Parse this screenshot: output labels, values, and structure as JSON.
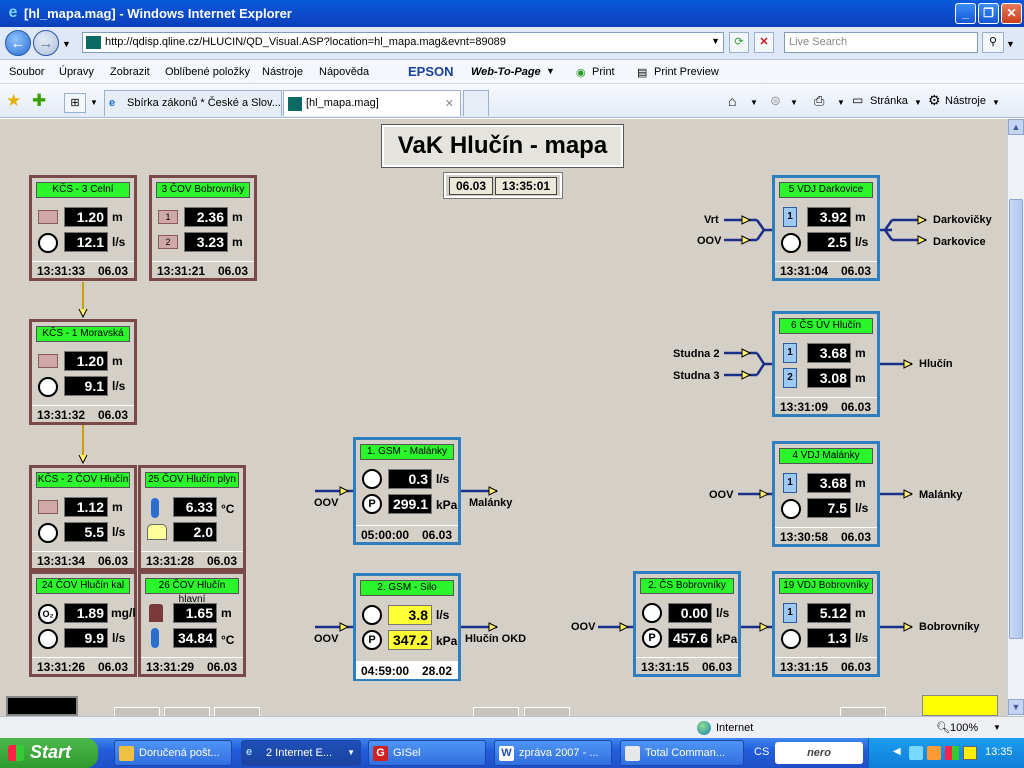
{
  "window": {
    "title": "[hl_mapa.mag] - Windows Internet Explorer"
  },
  "address": {
    "url": "http://qdisp.qline.cz/HLUCIN/QD_Visual.ASP?location=hl_mapa.mag&evnt=89089",
    "search_placeholder": "Live Search"
  },
  "menu": {
    "items": [
      "Soubor",
      "Úpravy",
      "Zobrazit",
      "Oblíbené položky",
      "Nástroje",
      "Nápověda"
    ],
    "epson": "EPSON",
    "webtopage": "Web-To-Page",
    "print": "Print",
    "print_preview": "Print Preview"
  },
  "tabs": [
    {
      "label": "Sbírka zákonů * České a Slov..."
    },
    {
      "label": "[hl_mapa.mag]"
    }
  ],
  "toolbar": {
    "page": "Stránka",
    "tools": "Nástroje"
  },
  "map": {
    "title": "VaK Hlučín - mapa",
    "date": "06.03",
    "time": "13:35:01",
    "panels": {
      "p1": {
        "hdr": "KČS - 3 Celní",
        "v1": "1.20",
        "u1": "m",
        "v2": "12.1",
        "u2": "l/s",
        "t": "13:31:33",
        "d": "06.03"
      },
      "p2": {
        "hdr": "3 ČOV Bobrovníky",
        "v1": "2.36",
        "u1": "m",
        "v2": "3.23",
        "u2": "m",
        "t": "13:31:21",
        "d": "06.03"
      },
      "p3": {
        "hdr": "KČS - 1 Moravská",
        "v1": "1.20",
        "u1": "m",
        "v2": "9.1",
        "u2": "l/s",
        "t": "13:31:32",
        "d": "06.03"
      },
      "p4": {
        "hdr": "KČS - 2 ČOV Hlučín",
        "v1": "1.12",
        "u1": "m",
        "v2": "5.5",
        "u2": "l/s",
        "t": "13:31:34",
        "d": "06.03"
      },
      "p5": {
        "hdr": "25 ČOV Hlučín plyn",
        "v1": "6.33",
        "u1": "°C",
        "v2": "2.0",
        "u2": "",
        "t": "13:31:28",
        "d": "06.03"
      },
      "p6": {
        "hdr": "24 ČOV Hlučín kal",
        "v1": "1.89",
        "u1": "mg/l",
        "v2": "9.9",
        "u2": "l/s",
        "t": "13:31:26",
        "d": "06.03"
      },
      "p7": {
        "hdr": "26 ČOV Hlučín hlavní",
        "v1": "1.65",
        "u1": "m",
        "v2": "34.84",
        "u2": "°C",
        "t": "13:31:29",
        "d": "06.03"
      },
      "p8": {
        "hdr": "1. GSM - Malánky",
        "v1": "0.3",
        "u1": "l/s",
        "v2": "299.1",
        "u2": "kPa",
        "t": "05:00:00",
        "d": "06.03"
      },
      "p9": {
        "hdr": "2. GSM - Silo",
        "v1": "3.8",
        "u1": "l/s",
        "v2": "347.2",
        "u2": "kPa",
        "t": "04:59:00",
        "d": "28.02"
      },
      "p10": {
        "hdr": "5 VDJ Darkovice",
        "v1": "3.92",
        "u1": "m",
        "v2": "2.5",
        "u2": "l/s",
        "t": "13:31:04",
        "d": "06.03"
      },
      "p11": {
        "hdr": "6 ČS ÚV Hlučín",
        "v1": "3.68",
        "u1": "m",
        "v2": "3.08",
        "u2": "m",
        "t": "13:31:09",
        "d": "06.03"
      },
      "p12": {
        "hdr": "4 VDJ Malánky",
        "v1": "3.68",
        "u1": "m",
        "v2": "7.5",
        "u2": "l/s",
        "t": "13:30:58",
        "d": "06.03"
      },
      "p13": {
        "hdr": "2. ČS Bobrovníky",
        "v1": "0.00",
        "u1": "l/s",
        "v2": "457.6",
        "u2": "kPa",
        "t": "13:31:15",
        "d": "06.03"
      },
      "p14": {
        "hdr": "19 VDJ Bobrovníky",
        "v1": "5.12",
        "u1": "m",
        "v2": "1.3",
        "u2": "l/s",
        "t": "13:31:15",
        "d": "06.03"
      }
    },
    "labels": {
      "vrt": "Vrt",
      "oov": "OOV",
      "darkovicky": "Darkovičky",
      "darkovice": "Darkovice",
      "studna2": "Studna 2",
      "studna3": "Studna 3",
      "hlucin": "Hlučín",
      "malanky": "Malánky",
      "hlucin_okd": "Hlučín OKD",
      "bobrovniky": "Bobrovníky"
    }
  },
  "status": {
    "zone": "Internet",
    "zoom": "100%"
  },
  "taskbar": {
    "start": "Start",
    "tasks": [
      "Doručená pošt...",
      "2 Internet E...",
      "GISel",
      "zpráva 2007 - ...",
      "Total Comman..."
    ],
    "lang": "CS",
    "nero": "nero",
    "clock": "13:35"
  }
}
